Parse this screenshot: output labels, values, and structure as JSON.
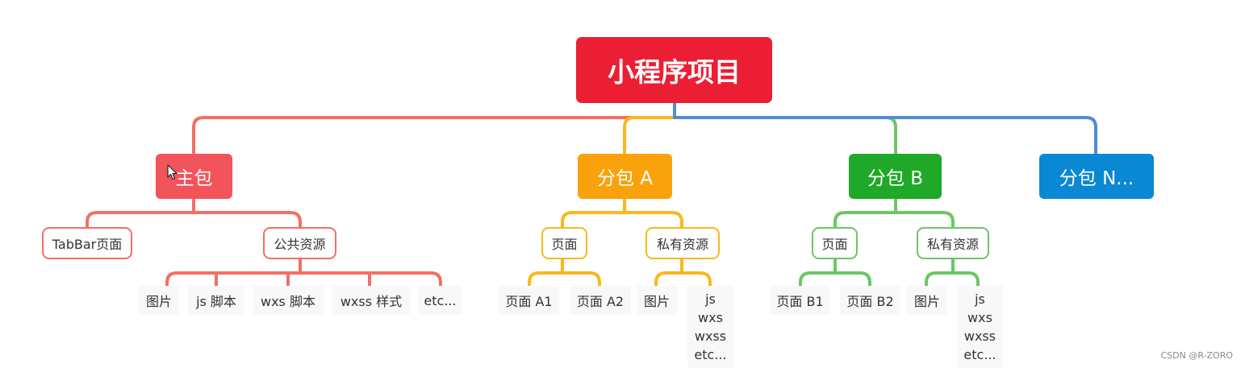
{
  "root": {
    "label": "小程序项目",
    "color": "#ec1e33"
  },
  "main_package": {
    "label": "主包",
    "color": "#f2545b",
    "children": {
      "tabbar": "TabBar页面",
      "public": "公共资源",
      "public_items": [
        "图片",
        "js 脚本",
        "wxs 脚本",
        "wxss 样式",
        "etc..."
      ]
    }
  },
  "sub_a": {
    "label": "分包 A",
    "color": "#f9a20b",
    "pages": "页面",
    "private": "私有资源",
    "page_items": [
      "页面 A1",
      "页面 A2"
    ],
    "private_items": [
      "图片"
    ],
    "private_list": [
      "js",
      "wxs",
      "wxss",
      "etc..."
    ]
  },
  "sub_b": {
    "label": "分包 B",
    "color": "#20a828",
    "pages": "页面",
    "private": "私有资源",
    "page_items": [
      "页面 B1",
      "页面 B2"
    ],
    "private_items": [
      "图片"
    ],
    "private_list": [
      "js",
      "wxs",
      "wxss",
      "etc..."
    ]
  },
  "sub_n": {
    "label": "分包 N...",
    "color": "#0a88d4"
  },
  "watermark": "CSDN @R-ZORO",
  "icons": {
    "cursor": "mouse-pointer-icon"
  }
}
